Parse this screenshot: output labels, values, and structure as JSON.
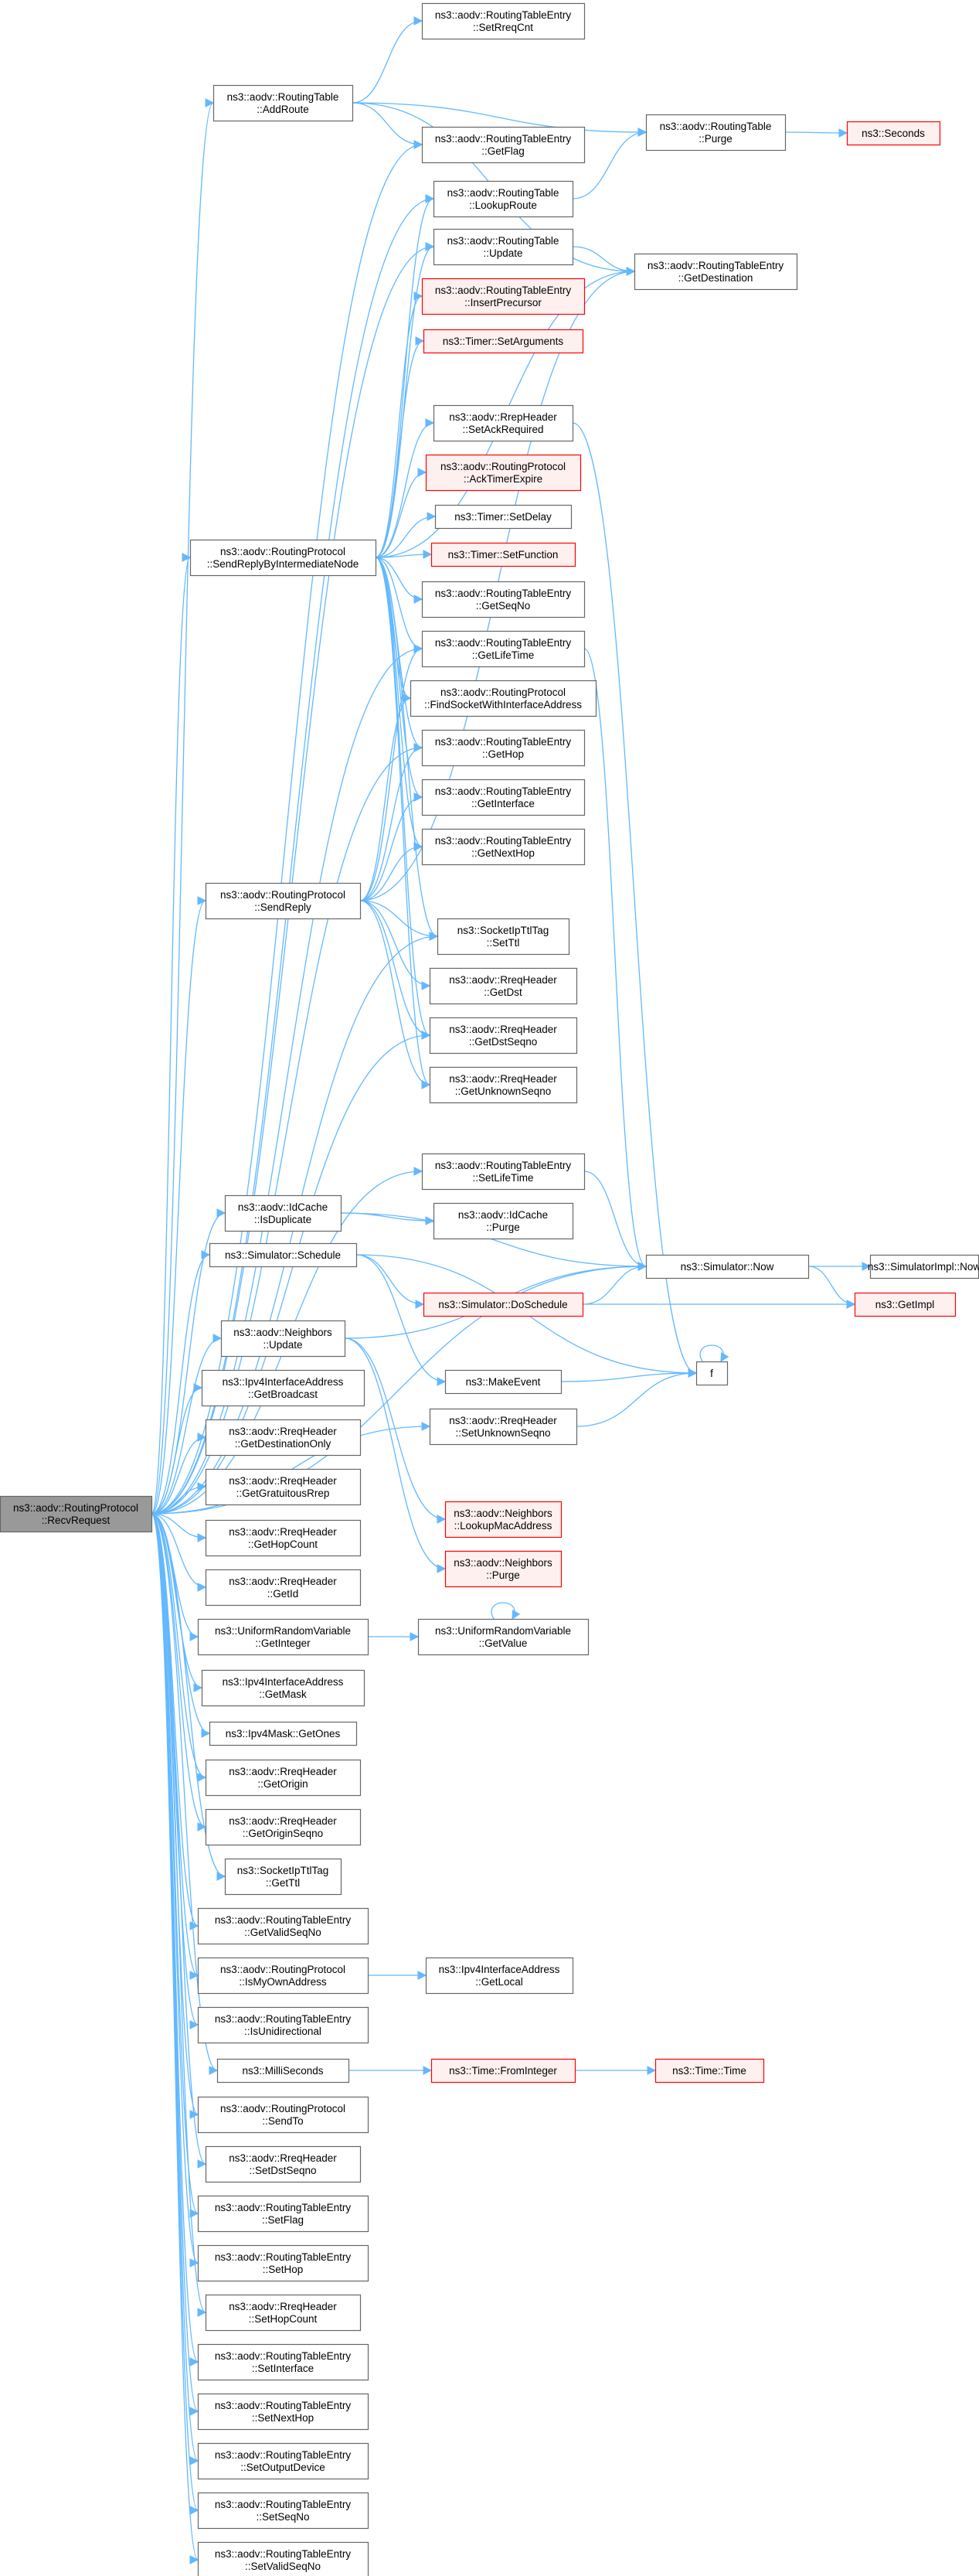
{
  "graph": {
    "background": "#ffffff",
    "edge_color": "#63b8ff",
    "border_color": "#666666",
    "red_border_color": "#ff0000",
    "root_fill": "#999999",
    "nodes": [
      {
        "id": "recvRequest",
        "lines": [
          "ns3::aodv::RoutingProtocol",
          "::RecvRequest"
        ],
        "style": "root"
      },
      {
        "id": "addRoute",
        "lines": [
          "ns3::aodv::RoutingTable",
          "::AddRoute"
        ],
        "style": "normal"
      },
      {
        "id": "setRreqCnt",
        "lines": [
          "ns3::aodv::RoutingTableEntry",
          "::SetRreqCnt"
        ],
        "style": "normal"
      },
      {
        "id": "getFlag",
        "lines": [
          "ns3::aodv::RoutingTableEntry",
          "::GetFlag"
        ],
        "style": "normal"
      },
      {
        "id": "purge",
        "lines": [
          "ns3::aodv::RoutingTable",
          "::Purge"
        ],
        "style": "normal"
      },
      {
        "id": "seconds",
        "lines": [
          "ns3::Seconds"
        ],
        "style": "red"
      },
      {
        "id": "lookupRoute",
        "lines": [
          "ns3::aodv::RoutingTable",
          "::LookupRoute"
        ],
        "style": "normal"
      },
      {
        "id": "update",
        "lines": [
          "ns3::aodv::RoutingTable",
          "::Update"
        ],
        "style": "normal"
      },
      {
        "id": "getDestination",
        "lines": [
          "ns3::aodv::RoutingTableEntry",
          "::GetDestination"
        ],
        "style": "normal"
      },
      {
        "id": "insertPrecursor",
        "lines": [
          "ns3::aodv::RoutingTableEntry",
          "::InsertPrecursor"
        ],
        "style": "red"
      },
      {
        "id": "setArguments",
        "lines": [
          "ns3::Timer::SetArguments"
        ],
        "style": "red"
      },
      {
        "id": "setAckRequired",
        "lines": [
          "ns3::aodv::RrepHeader",
          "::SetAckRequired"
        ],
        "style": "normal"
      },
      {
        "id": "ackTimerExpire",
        "lines": [
          "ns3::aodv::RoutingProtocol",
          "::AckTimerExpire"
        ],
        "style": "red"
      },
      {
        "id": "setDelay",
        "lines": [
          "ns3::Timer::SetDelay"
        ],
        "style": "normal"
      },
      {
        "id": "sendReplyByIntermediateNode",
        "lines": [
          "ns3::aodv::RoutingProtocol",
          "::SendReplyByIntermediateNode"
        ],
        "style": "normal"
      },
      {
        "id": "setFunction",
        "lines": [
          "ns3::Timer::SetFunction"
        ],
        "style": "red"
      },
      {
        "id": "getSeqNo",
        "lines": [
          "ns3::aodv::RoutingTableEntry",
          "::GetSeqNo"
        ],
        "style": "normal"
      },
      {
        "id": "getLifeTime",
        "lines": [
          "ns3::aodv::RoutingTableEntry",
          "::GetLifeTime"
        ],
        "style": "normal"
      },
      {
        "id": "findSocket",
        "lines": [
          "ns3::aodv::RoutingProtocol",
          "::FindSocketWithInterfaceAddress"
        ],
        "style": "normal"
      },
      {
        "id": "getHop",
        "lines": [
          "ns3::aodv::RoutingTableEntry",
          "::GetHop"
        ],
        "style": "normal"
      },
      {
        "id": "getInterface",
        "lines": [
          "ns3::aodv::RoutingTableEntry",
          "::GetInterface"
        ],
        "style": "normal"
      },
      {
        "id": "getNextHop",
        "lines": [
          "ns3::aodv::RoutingTableEntry",
          "::GetNextHop"
        ],
        "style": "normal"
      },
      {
        "id": "sendReply",
        "lines": [
          "ns3::aodv::RoutingProtocol",
          "::SendReply"
        ],
        "style": "normal"
      },
      {
        "id": "setTtl",
        "lines": [
          "ns3::SocketIpTtlTag",
          "::SetTtl"
        ],
        "style": "normal"
      },
      {
        "id": "getDst",
        "lines": [
          "ns3::aodv::RreqHeader",
          "::GetDst"
        ],
        "style": "normal"
      },
      {
        "id": "getDstSeqno",
        "lines": [
          "ns3::aodv::RreqHeader",
          "::GetDstSeqno"
        ],
        "style": "normal"
      },
      {
        "id": "getUnknownSeqno",
        "lines": [
          "ns3::aodv::RreqHeader",
          "::GetUnknownSeqno"
        ],
        "style": "normal"
      },
      {
        "id": "setLifeTime",
        "lines": [
          "ns3::aodv::RoutingTableEntry",
          "::SetLifeTime"
        ],
        "style": "normal"
      },
      {
        "id": "isDuplicate",
        "lines": [
          "ns3::aodv::IdCache",
          "::IsDuplicate"
        ],
        "style": "normal"
      },
      {
        "id": "idCachePurge",
        "lines": [
          "ns3::aodv::IdCache",
          "::Purge"
        ],
        "style": "normal"
      },
      {
        "id": "simNow",
        "lines": [
          "ns3::Simulator::Now"
        ],
        "style": "normal"
      },
      {
        "id": "simImplNow",
        "lines": [
          "ns3::SimulatorImpl::Now"
        ],
        "style": "normal"
      },
      {
        "id": "schedule",
        "lines": [
          "ns3::Simulator::Schedule"
        ],
        "style": "normal"
      },
      {
        "id": "doSchedule",
        "lines": [
          "ns3::Simulator::DoSchedule"
        ],
        "style": "red"
      },
      {
        "id": "getImpl",
        "lines": [
          "ns3::GetImpl"
        ],
        "style": "red"
      },
      {
        "id": "neighborsUpdate",
        "lines": [
          "ns3::aodv::Neighbors",
          "::Update"
        ],
        "style": "normal"
      },
      {
        "id": "makeEvent",
        "lines": [
          "ns3::MakeEvent"
        ],
        "style": "normal"
      },
      {
        "id": "f",
        "lines": [
          "f"
        ],
        "style": "normal"
      },
      {
        "id": "getBroadcast",
        "lines": [
          "ns3::Ipv4InterfaceAddress",
          "::GetBroadcast"
        ],
        "style": "normal"
      },
      {
        "id": "setUnknownSeqno",
        "lines": [
          "ns3::aodv::RreqHeader",
          "::SetUnknownSeqno"
        ],
        "style": "normal"
      },
      {
        "id": "getDestinationOnly",
        "lines": [
          "ns3::aodv::RreqHeader",
          "::GetDestinationOnly"
        ],
        "style": "normal"
      },
      {
        "id": "getGratuitousRrep",
        "lines": [
          "ns3::aodv::RreqHeader",
          "::GetGratuitousRrep"
        ],
        "style": "normal"
      },
      {
        "id": "lookupMacAddress",
        "lines": [
          "ns3::aodv::Neighbors",
          "::LookupMacAddress"
        ],
        "style": "red"
      },
      {
        "id": "getHopCount",
        "lines": [
          "ns3::aodv::RreqHeader",
          "::GetHopCount"
        ],
        "style": "normal"
      },
      {
        "id": "neighborsPurge",
        "lines": [
          "ns3::aodv::Neighbors",
          "::Purge"
        ],
        "style": "red"
      },
      {
        "id": "getId",
        "lines": [
          "ns3::aodv::RreqHeader",
          "::GetId"
        ],
        "style": "normal"
      },
      {
        "id": "getInteger",
        "lines": [
          "ns3::UniformRandomVariable",
          "::GetInteger"
        ],
        "style": "normal"
      },
      {
        "id": "getValue",
        "lines": [
          "ns3::UniformRandomVariable",
          "::GetValue"
        ],
        "style": "normal"
      },
      {
        "id": "getMask",
        "lines": [
          "ns3::Ipv4InterfaceAddress",
          "::GetMask"
        ],
        "style": "normal"
      },
      {
        "id": "getOnes",
        "lines": [
          "ns3::Ipv4Mask::GetOnes"
        ],
        "style": "normal"
      },
      {
        "id": "getOrigin",
        "lines": [
          "ns3::aodv::RreqHeader",
          "::GetOrigin"
        ],
        "style": "normal"
      },
      {
        "id": "getOriginSeqno",
        "lines": [
          "ns3::aodv::RreqHeader",
          "::GetOriginSeqno"
        ],
        "style": "normal"
      },
      {
        "id": "getTtl",
        "lines": [
          "ns3::SocketIpTtlTag",
          "::GetTtl"
        ],
        "style": "normal"
      },
      {
        "id": "getValidSeqNo",
        "lines": [
          "ns3::aodv::RoutingTableEntry",
          "::GetValidSeqNo"
        ],
        "style": "normal"
      },
      {
        "id": "isMyOwnAddress",
        "lines": [
          "ns3::aodv::RoutingProtocol",
          "::IsMyOwnAddress"
        ],
        "style": "normal"
      },
      {
        "id": "getLocal",
        "lines": [
          "ns3::Ipv4InterfaceAddress",
          "::GetLocal"
        ],
        "style": "normal"
      },
      {
        "id": "isUnidirectional",
        "lines": [
          "ns3::aodv::RoutingTableEntry",
          "::IsUnidirectional"
        ],
        "style": "normal"
      },
      {
        "id": "milliSeconds",
        "lines": [
          "ns3::MilliSeconds"
        ],
        "style": "normal"
      },
      {
        "id": "fromInteger",
        "lines": [
          "ns3::Time::FromInteger"
        ],
        "style": "red"
      },
      {
        "id": "timeTime",
        "lines": [
          "ns3::Time::Time"
        ],
        "style": "red"
      },
      {
        "id": "sendTo",
        "lines": [
          "ns3::aodv::RoutingProtocol",
          "::SendTo"
        ],
        "style": "normal"
      },
      {
        "id": "setDstSeqno",
        "lines": [
          "ns3::aodv::RreqHeader",
          "::SetDstSeqno"
        ],
        "style": "normal"
      },
      {
        "id": "setFlag",
        "lines": [
          "ns3::aodv::RoutingTableEntry",
          "::SetFlag"
        ],
        "style": "normal"
      },
      {
        "id": "setHop",
        "lines": [
          "ns3::aodv::RoutingTableEntry",
          "::SetHop"
        ],
        "style": "normal"
      },
      {
        "id": "setHopCount",
        "lines": [
          "ns3::aodv::RreqHeader",
          "::SetHopCount"
        ],
        "style": "normal"
      },
      {
        "id": "setInterface",
        "lines": [
          "ns3::aodv::RoutingTableEntry",
          "::SetInterface"
        ],
        "style": "normal"
      },
      {
        "id": "setNextHop",
        "lines": [
          "ns3::aodv::RoutingTableEntry",
          "::SetNextHop"
        ],
        "style": "normal"
      },
      {
        "id": "setOutputDevice",
        "lines": [
          "ns3::aodv::RoutingTableEntry",
          "::SetOutputDevice"
        ],
        "style": "normal"
      },
      {
        "id": "setSeqNo",
        "lines": [
          "ns3::aodv::RoutingTableEntry",
          "::SetSeqNo"
        ],
        "style": "normal"
      },
      {
        "id": "setValidSeqNo",
        "lines": [
          "ns3::aodv::RoutingTableEntry",
          "::SetValidSeqNo"
        ],
        "style": "normal"
      }
    ]
  }
}
